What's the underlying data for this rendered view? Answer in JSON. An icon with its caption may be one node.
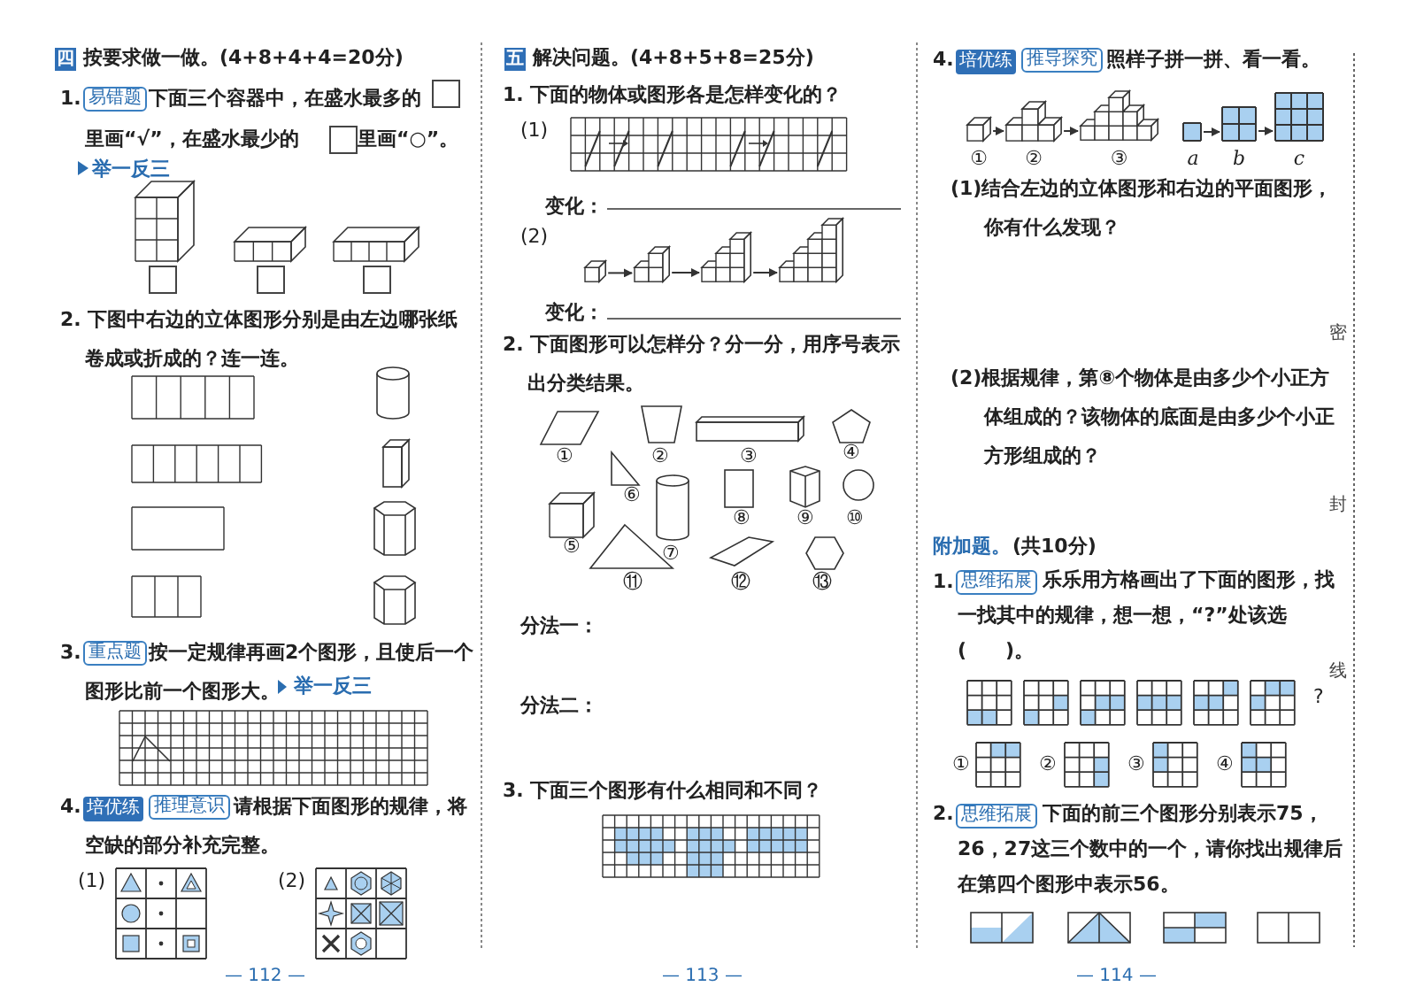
{
  "diagram": {
    "nodes": [
      {
        "text": [],
        "shape": "picture"
      },
      {
        "text": [],
        "shape": "picture"
      },
      {
        "text": [],
        "shape": "picture"
      },
      {
        "text": [],
        "shape": "picture"
      },
      {
        "text": [],
        "shape": "picture",
        "beside": [
          "①"
        ]
      },
      {
        "text": [],
        "shape": "picture",
        "beside": [
          "②"
        ]
      },
      {
        "text": [],
        "shape": "picture",
        "beside": [
          "③"
        ]
      },
      {
        "text": [],
        "shape": "picture",
        "beside": [
          "a"
        ]
      },
      {
        "text": [],
        "shape": "picture",
        "beside": [
          "b"
        ]
      },
      {
        "text": [],
        "shape": "picture",
        "beside": [
          "c"
        ]
      }
    ],
    "edges": [
      {
        "from": 0,
        "to": 1,
        "arrow": "to"
      },
      {
        "from": 1,
        "to": 2,
        "arrow": "to"
      },
      {
        "from": 2,
        "to": 3,
        "arrow": "to"
      },
      {
        "from": 4,
        "to": 5,
        "arrow": "to"
      },
      {
        "from": 5,
        "to": 6,
        "arrow": "to"
      },
      {
        "from": 7,
        "to": 8,
        "arrow": "to"
      },
      {
        "from": 8,
        "to": 9,
        "arrow": "to"
      }
    ],
    "labels": [
      "四",
      "按要求做一做。(4+8+4+4=20分)",
      "1.",
      "易错题",
      "下面三个容器中，在盛水最多的",
      "里画“√”，在盛水最少的",
      "里画“○”。",
      "举一反三",
      "2. 下图中右边的立体图形分别是由左边哪张纸卷成或折成的？连一连。",
      "3.",
      "重点题",
      "按一定规律再画2个图形，且使后一个图形比前一个图形大。",
      "举一反三",
      "4.",
      "培优练",
      "推理意识",
      "请根据下面图形的规律，将空缺的部分补充完整。",
      "(1)",
      "(2)",
      "— 112 —",
      "五",
      "解决问题。(4+8+5+8=25分)",
      "1. 下面的物体或图形各是怎样变化的？",
      "(1)",
      "变化：",
      "(2)",
      "变化：",
      "2. 下面图形可以怎样分？分一分，用序号表示出分类结果。",
      "①",
      "②",
      "③",
      "④",
      "⑤",
      "⑥",
      "⑦",
      "⑧",
      "⑨",
      "⑩",
      "⑪",
      "⑫",
      "⑬",
      "分法一：",
      "分法二：",
      "3. 下面三个图形有什么相同和不同？",
      "— 113 —",
      "4.",
      "培优练",
      "推导探究",
      "照样子拼一拼、看一看。",
      "(1)结合左边的立体图形和右边的平面图形，你有什么发现？",
      "(2)根据规律，第⑧个物体是由多少个小正方体组成的？该物体的底面是由多少个小正方形组成的？",
      "附加题。",
      "(共10分)",
      "1.",
      "思维拓展",
      "乐乐用方格画出了下面的图形，找一找其中的规律，想一想，“?”处该选(　　)。",
      "?",
      "①",
      "②",
      "③",
      "④",
      "2.",
      "思维拓展",
      "下面的前三个图形分别表示75，26，27这三个数中的一个，请你找出规律后在第四个图形中表示56。",
      "— 114 —",
      "密",
      "封",
      "线"
    ]
  }
}
